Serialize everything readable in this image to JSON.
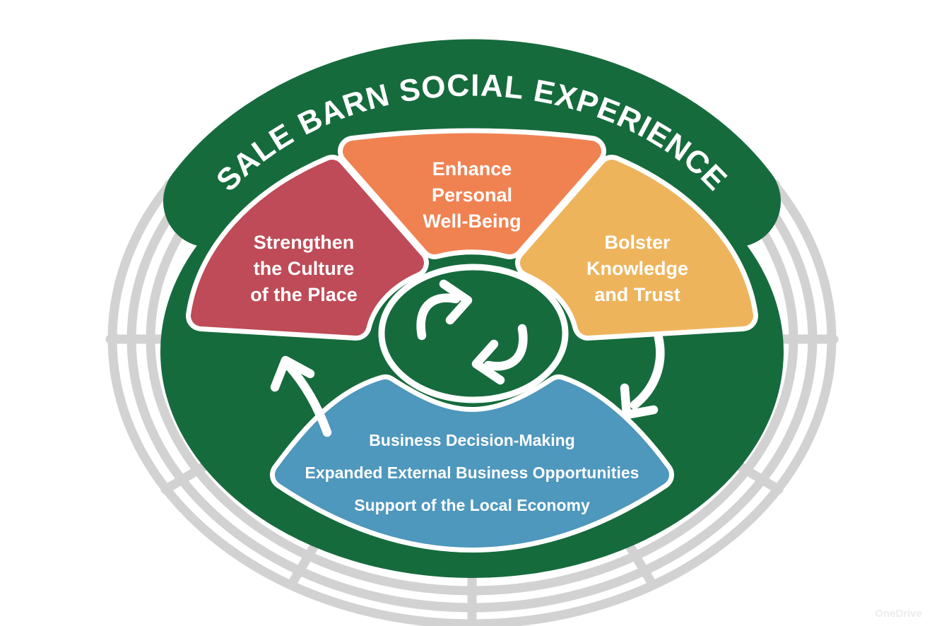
{
  "title": "SALE BARN SOCIAL EXPERIENCE",
  "colors": {
    "green": "#166B3D",
    "red": "#BE4B57",
    "orange": "#F08252",
    "yellow": "#EEB45C",
    "blue": "#4E97BD",
    "ring_gray": "#D2D2D2",
    "white": "#FFFFFF",
    "watermark_gray": "#ECECEC"
  },
  "segments": {
    "culture": {
      "lines": [
        "Strengthen",
        "the Culture",
        "of the Place"
      ]
    },
    "wellbeing": {
      "lines": [
        "Enhance",
        "Personal",
        "Well-Being"
      ]
    },
    "knowledge": {
      "lines": [
        "Bolster",
        "Knowledge",
        "and Trust"
      ]
    },
    "outcomes": {
      "lines": [
        "Business Decision-Making",
        "Expanded External Business Opportunities",
        "Support of the Local Economy"
      ]
    }
  },
  "icons": {
    "center": "cycle-arrows",
    "left": "curved-arrow-up",
    "right": "curved-arrow-down"
  },
  "watermark": "OneDrive"
}
